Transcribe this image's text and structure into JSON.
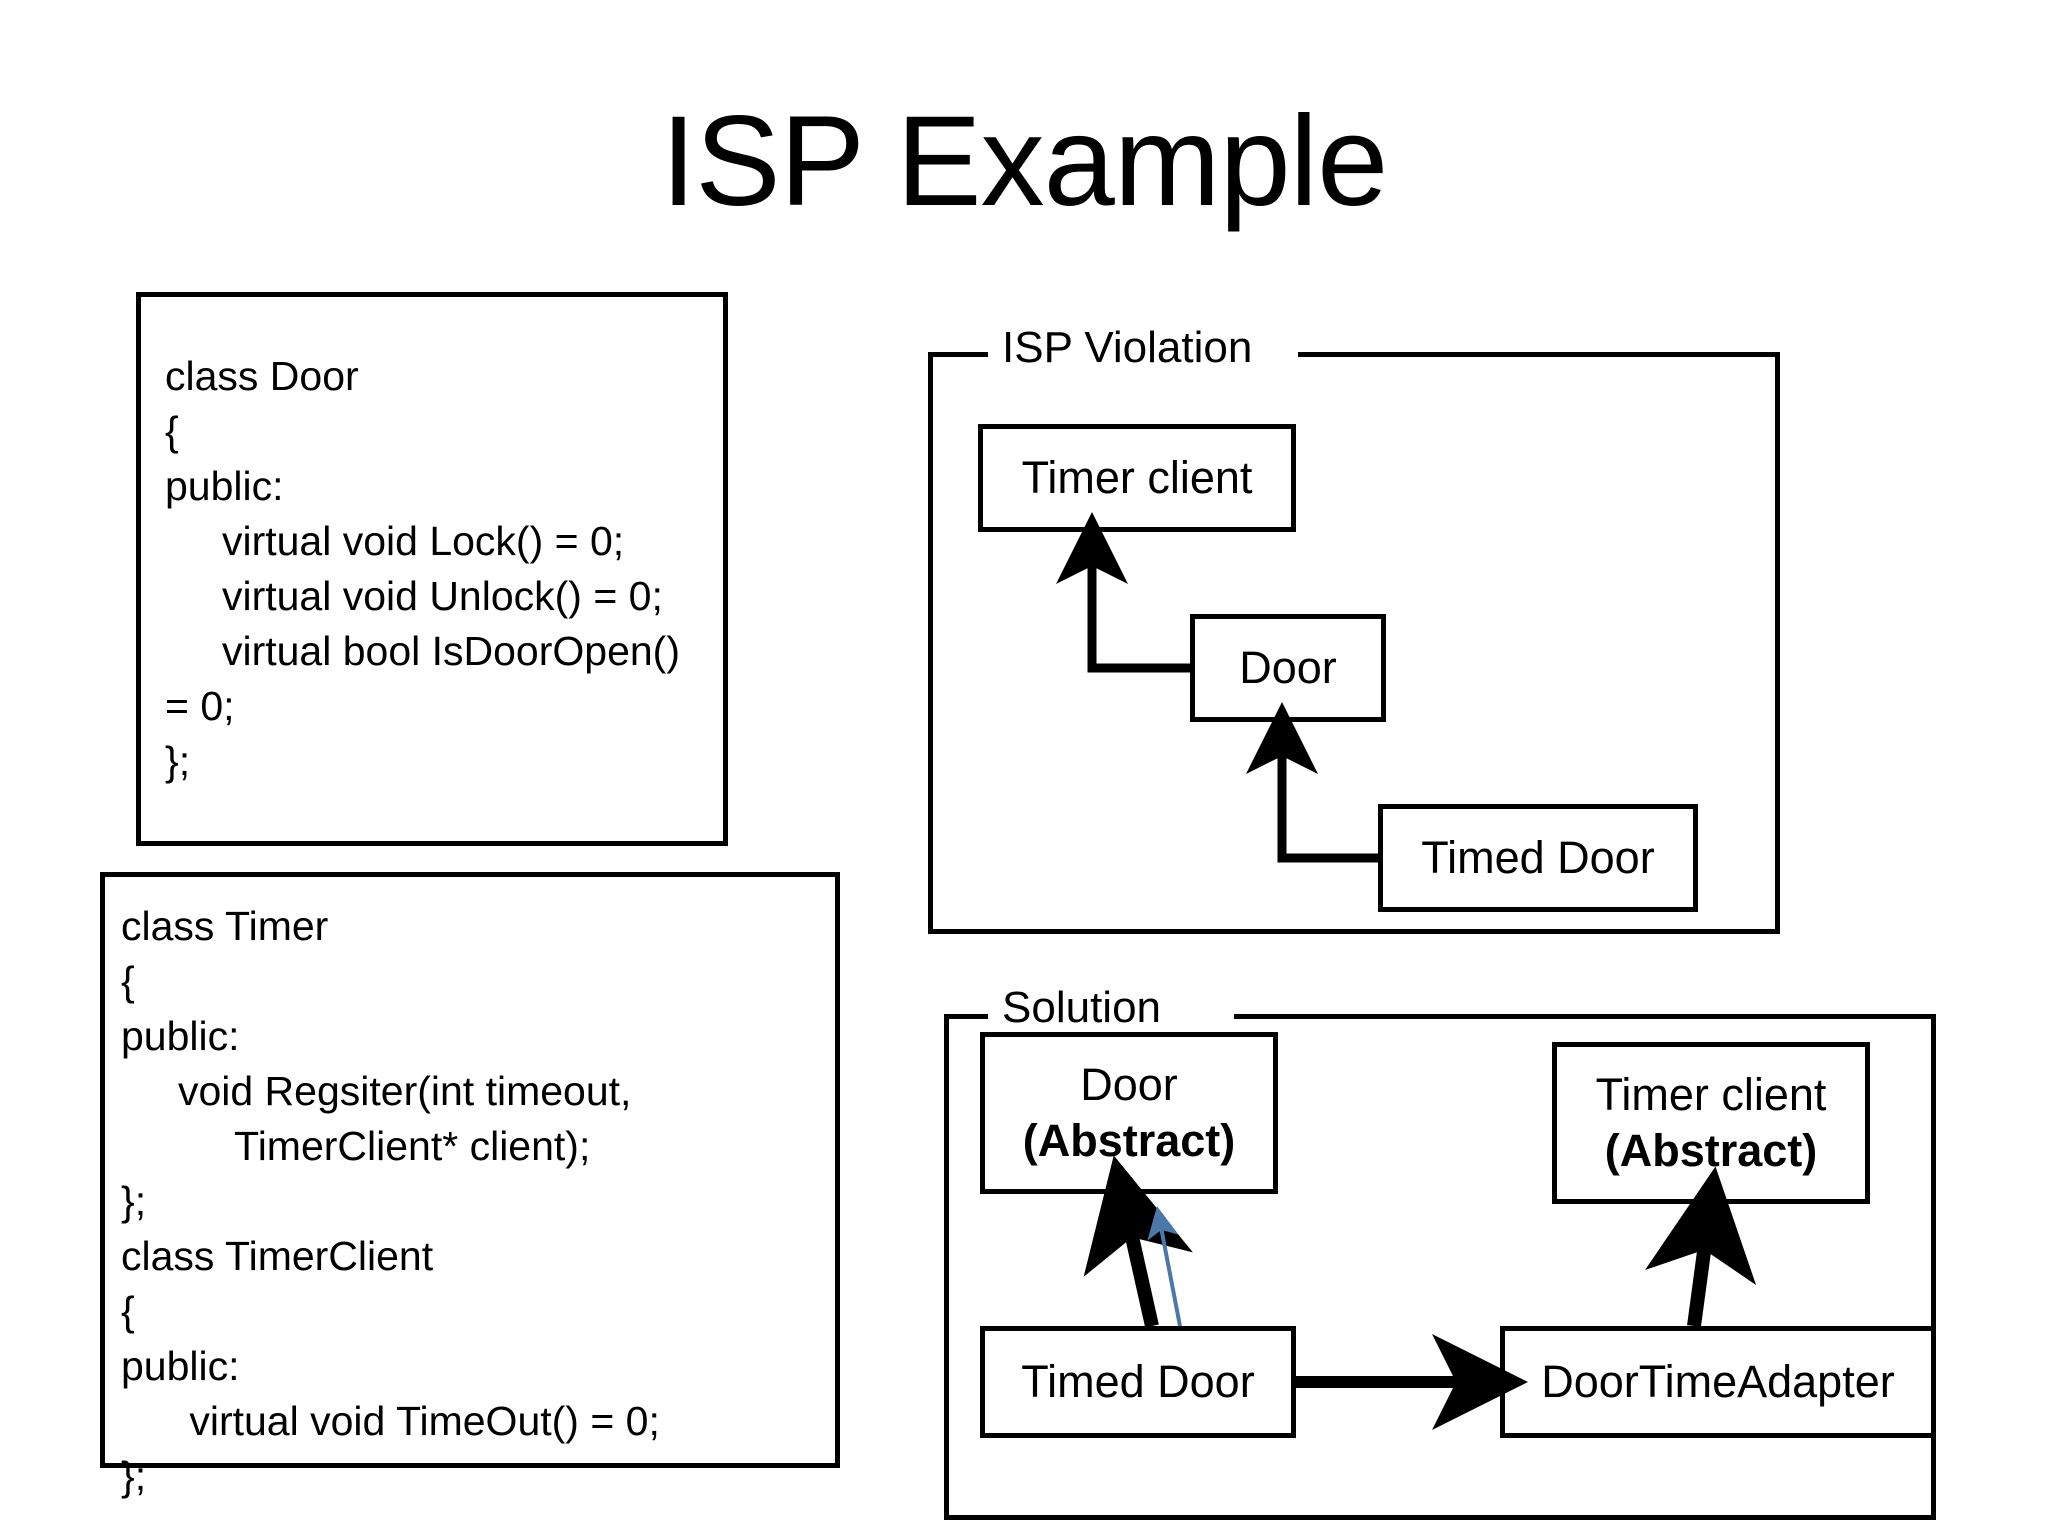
{
  "slide": {
    "title": "ISP Example"
  },
  "code_blocks": [
    {
      "id": "door",
      "text": "class Door\n{\npublic:\n     virtual void Lock() = 0;\n     virtual void Unlock() = 0;\n     virtual bool IsDoorOpen()\n= 0;\n};"
    },
    {
      "id": "timer",
      "text": "class Timer\n{\npublic:\n     void Regsiter(int timeout,\n          TimerClient* client);\n};\nclass TimerClient\n{\npublic:\n      virtual void TimeOut() = 0;\n};"
    }
  ],
  "violation_group": {
    "label": "ISP Violation",
    "nodes": [
      {
        "id": "timer-client",
        "label": "Timer client"
      },
      {
        "id": "door",
        "label": "Door"
      },
      {
        "id": "timed-door",
        "label": "Timed Door"
      }
    ],
    "edges": [
      {
        "from": "door",
        "to": "timer-client",
        "style": "elbow-arrow",
        "color": "#000000"
      },
      {
        "from": "timed-door",
        "to": "door",
        "style": "elbow-arrow",
        "color": "#000000"
      }
    ]
  },
  "solution_group": {
    "label": "Solution",
    "nodes": [
      {
        "id": "door-abstract",
        "label": "Door",
        "sub": "(Abstract)"
      },
      {
        "id": "timer-client-abstract",
        "label": "Timer client",
        "sub": "(Abstract)"
      },
      {
        "id": "timed-door",
        "label": "Timed Door",
        "sub": ""
      },
      {
        "id": "door-time-adapter",
        "label": "DoorTimeAdapter",
        "sub": ""
      }
    ],
    "edges": [
      {
        "from": "timed-door",
        "to": "door-abstract",
        "style": "thick-arrow",
        "color": "#000000"
      },
      {
        "from": "door-time-adapter",
        "to": "door-abstract",
        "style": "thin-arrow",
        "color": "#4a78a8"
      },
      {
        "from": "door-time-adapter",
        "to": "timer-client-abstract",
        "style": "thick-arrow",
        "color": "#000000"
      },
      {
        "from": "timed-door",
        "to": "door-time-adapter",
        "style": "thick-arrow",
        "color": "#000000"
      }
    ]
  },
  "colors": {
    "stroke": "#000000",
    "background": "#ffffff",
    "blue_arrow": "#4a78a8"
  }
}
